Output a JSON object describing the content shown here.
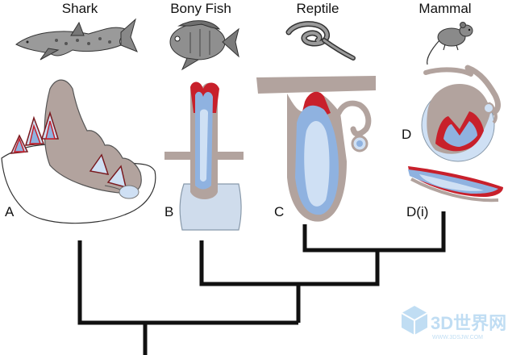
{
  "taxa": [
    {
      "name": "Shark"
    },
    {
      "name": "Bony Fish"
    },
    {
      "name": "Reptile"
    },
    {
      "name": "Mammal"
    }
  ],
  "panels": [
    {
      "label": "A"
    },
    {
      "label": "B"
    },
    {
      "label": "C"
    },
    {
      "label": "D"
    },
    {
      "label": "D(i)"
    }
  ],
  "colors": {
    "dentine": "#b2a39e",
    "enamel": "#c8202b",
    "pulp_dark": "#8fb2e0",
    "pulp_light": "#cfe0f4",
    "bone": "#cfdcec",
    "tree": "#111111"
  },
  "watermark": {
    "brand": "3D世界网",
    "url": "WWW.3DSJW.COM"
  }
}
